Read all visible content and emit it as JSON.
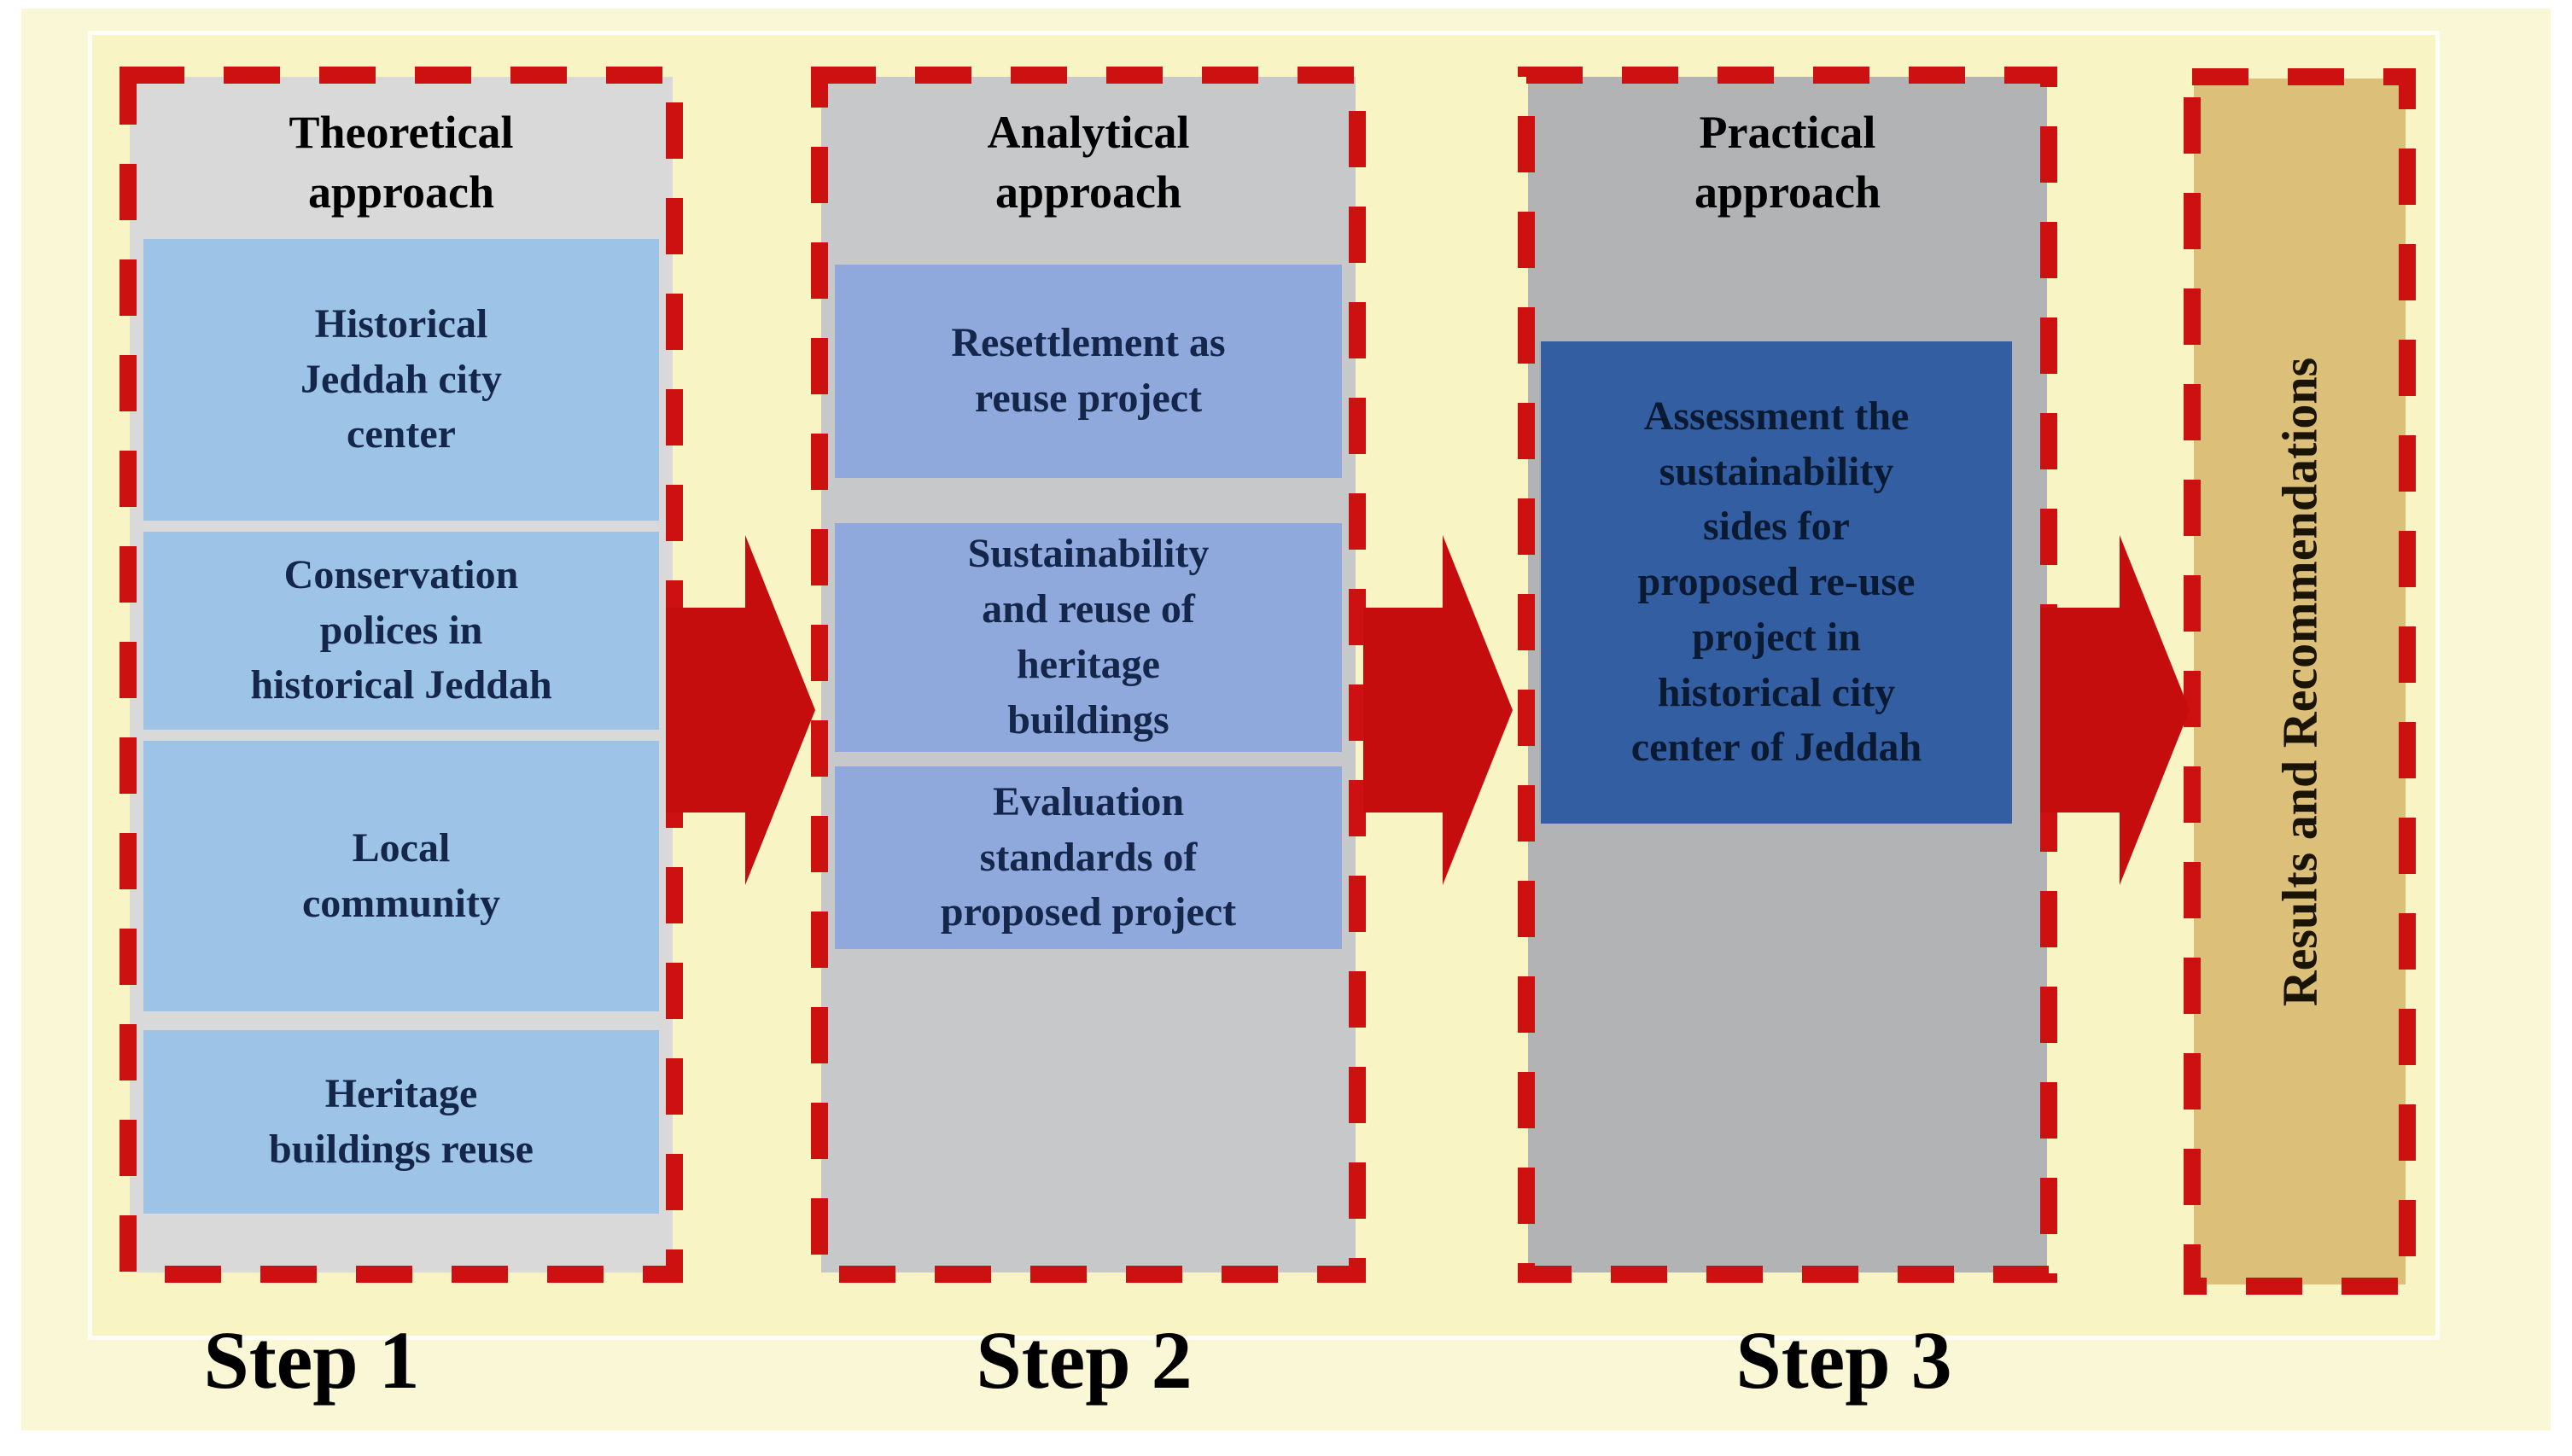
{
  "figure": {
    "description": "Research methodology flow diagram",
    "columns": [
      {
        "header": "Theoretical\napproach",
        "boxes": [
          "Historical\nJeddah city\ncenter",
          "Conservation\npolices in\nhistorical Jeddah",
          "Local\ncommunity",
          "Heritage\nbuildings reuse"
        ],
        "step_label": "Step 1"
      },
      {
        "header": "Analytical\napproach",
        "boxes": [
          "Resettlement as\nreuse project",
          "Sustainability\nand reuse of\nheritage\nbuildings",
          "Evaluation\nstandards of\nproposed project"
        ],
        "step_label": "Step 2"
      },
      {
        "header": "Practical\napproach",
        "boxes": [
          "Assessment the\nsustainability\nsides for\nproposed re-use\nproject in\nhistorical city\ncenter of Jeddah"
        ],
        "step_label": "Step 3"
      },
      {
        "header": "",
        "boxes": [],
        "rotated_label": "Results and Recommendations"
      }
    ],
    "colors": {
      "page_background": "#ffffff",
      "panel_background_outer": "#faf7d6",
      "panel_background_inner": "#f8f4c3",
      "dashed_border_red": "#cd1111",
      "arrow_red": "#c50d0d",
      "column1_gray": "#d9d9da",
      "column2_gray": "#c7c8ca",
      "column3_gray": "#b2b3b5",
      "box_blue_light": "#9dc3e6",
      "box_blue_mid": "#8fa9dc",
      "box_blue_dark": "#335fa2",
      "results_tan": "#dcc07a",
      "box_text_navy": "#14274a",
      "label_black": "#000000"
    }
  }
}
